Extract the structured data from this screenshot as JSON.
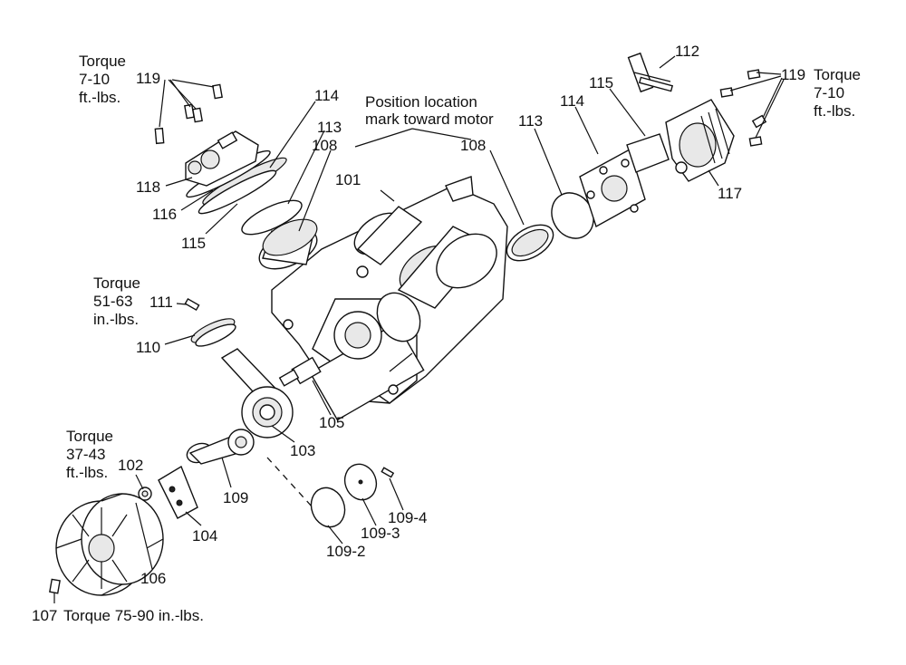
{
  "labels": {
    "p101": "101",
    "p102": "102",
    "p103": "103",
    "p104": "104",
    "p105": "105",
    "p106": "106",
    "p107": "107",
    "p108a": "108",
    "p108b": "108",
    "p109": "109",
    "p109_2": "109-2",
    "p109_3": "109-3",
    "p109_4": "109-4",
    "p110": "110",
    "p111": "111",
    "p112": "112",
    "p113a": "113",
    "p113b": "113",
    "p114a": "114",
    "p114b": "114",
    "p115a": "115",
    "p115b": "115",
    "p116": "116",
    "p117": "117",
    "p118": "118",
    "p119a": "119",
    "p119b": "119"
  },
  "notes": {
    "torque_word": "Torque",
    "torque_head_left_val": "7-10",
    "torque_head_left_unit": "ft.-lbs.",
    "torque_head_right_val": "7-10",
    "torque_head_right_unit": "ft.-lbs.",
    "torque_111_val": "51-63",
    "torque_111_unit": "in.-lbs.",
    "torque_102_val": "37-43",
    "torque_102_unit": "ft.-lbs.",
    "torque_107": "Torque 75-90 in.-lbs.",
    "position_line1": "Position location",
    "position_line2": "mark toward motor"
  }
}
